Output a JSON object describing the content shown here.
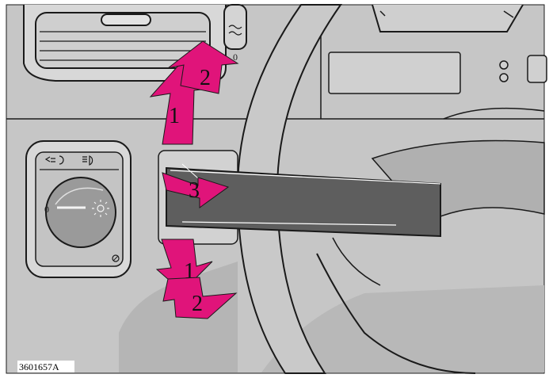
{
  "figure_id": "3601657A",
  "colors": {
    "background": "#c6c6c6",
    "panel_light": "#d9d9d9",
    "dark_gray": "#9a9a9a",
    "stalk": "#5e5e5e",
    "arrow": "#e0147a",
    "line": "#1a1a1a"
  },
  "labels": {
    "arrow_up_1": "1",
    "arrow_up_2": "2",
    "arrow_mid_3": "3",
    "arrow_down_1": "1",
    "arrow_down_2": "2",
    "switch_position_off": "0",
    "rheostat_zero": "0"
  },
  "icons": {
    "parking_light": "parking-light-icon",
    "low_beam": "low-beam-icon",
    "headlight_on": "headlight-sun-icon",
    "rheostat_wheel": "rheostat-wheel-icon"
  }
}
